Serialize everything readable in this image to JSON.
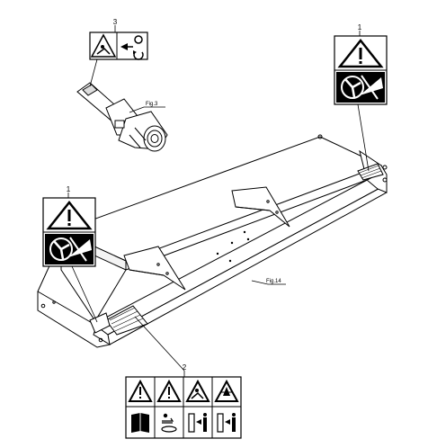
{
  "callouts": {
    "label_1_right": "1",
    "label_1_left": "1",
    "label_2": "2",
    "label_3": "3"
  },
  "figures": {
    "fig3": "Fig.3",
    "fig14": "Fig.14"
  },
  "icons": {
    "decal1": [
      "warning-triangle-icon",
      "rotating-fan-hazard-icon"
    ],
    "decal2_top": [
      "warning-triangle-icon",
      "warning-triangle-icon",
      "entanglement-hazard-icon",
      "crush-hazard-icon"
    ],
    "decal2_bottom": [
      "manual-book-icon",
      "pto-shaft-icon",
      "keep-distance-icon",
      "keep-distance-icon"
    ],
    "decal3": [
      "entanglement-hazard-icon",
      "pto-rotation-icon"
    ]
  },
  "colors": {
    "ink": "#000000",
    "paper": "#ffffff"
  }
}
